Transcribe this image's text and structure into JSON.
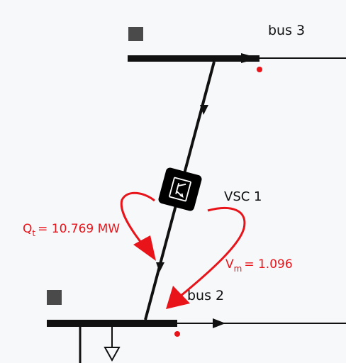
{
  "buses": [
    {
      "id": "bus-3",
      "label": "bus 3"
    },
    {
      "id": "bus-2",
      "label": "bus 2"
    }
  ],
  "converter": {
    "label": "VSC 1",
    "icon": "vsc-converter-icon"
  },
  "annotations": {
    "reactive_power": {
      "symbol": "Q",
      "subscript": "t",
      "value": "= 10.769 MW"
    },
    "voltage_magnitude": {
      "symbol": "V",
      "subscript": "m",
      "value": "= 1.096"
    }
  },
  "colors": {
    "line": "#111111",
    "annotation": "#e8141a",
    "handle": "#4a4a4a",
    "converter_fill": "#000000"
  }
}
